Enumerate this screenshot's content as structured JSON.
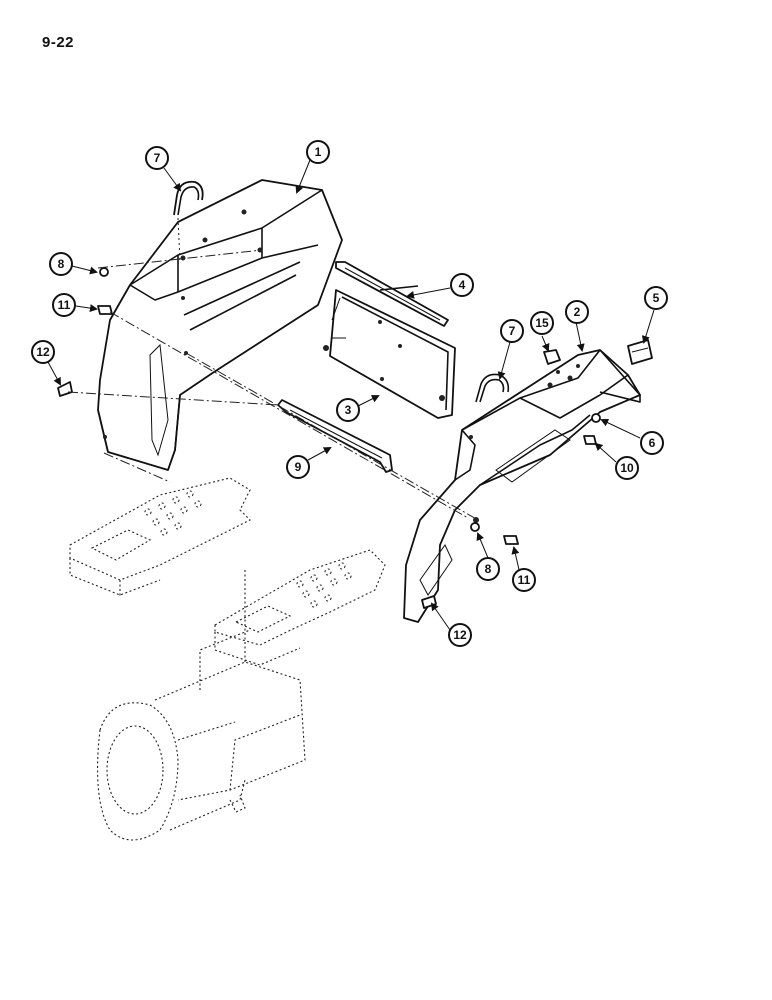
{
  "page": {
    "number": "9-22"
  },
  "callouts": [
    "1",
    "7",
    "8",
    "11",
    "12",
    "4",
    "15",
    "2",
    "5",
    "3",
    "9",
    "6",
    "10",
    "7",
    "8",
    "11",
    "12"
  ],
  "colors": {
    "ink": "#111111",
    "paper": "#ffffff"
  }
}
